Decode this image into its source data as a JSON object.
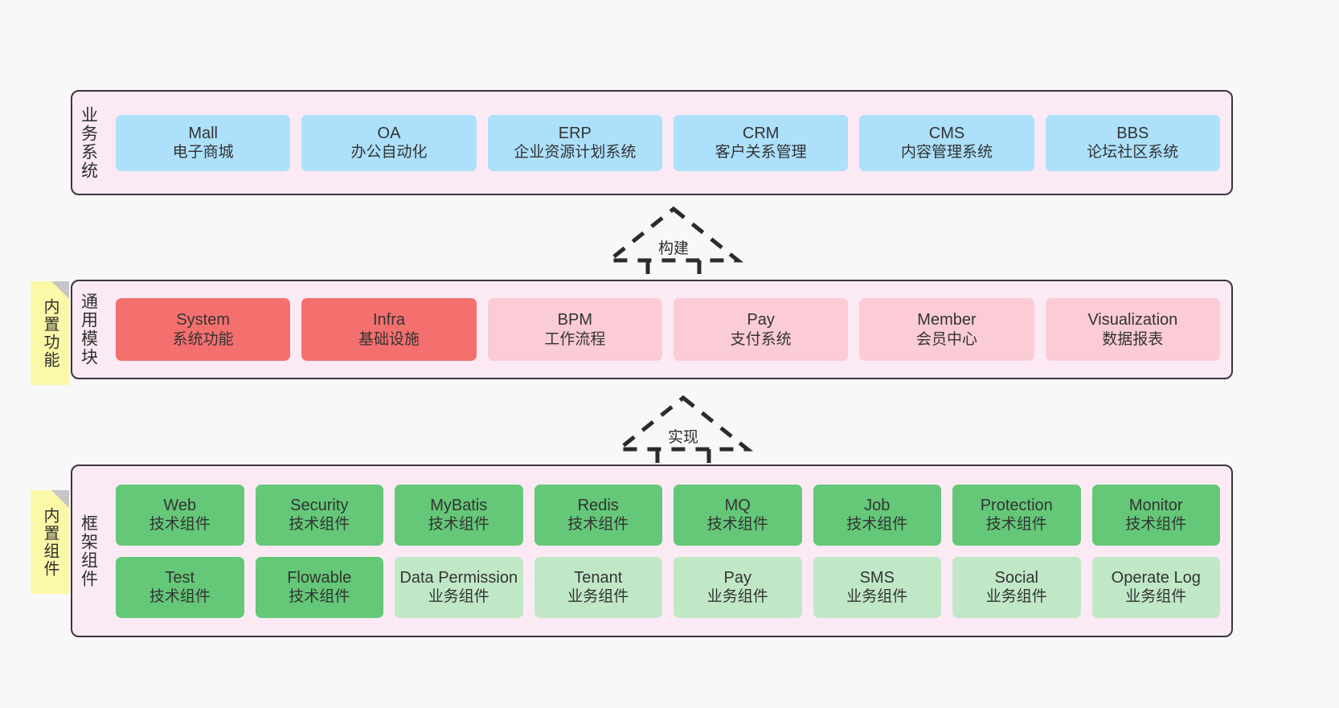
{
  "layers": {
    "business": {
      "title": "业务系统",
      "items": [
        {
          "name": "Mall",
          "desc": "电子商城"
        },
        {
          "name": "OA",
          "desc": "办公自动化"
        },
        {
          "name": "ERP",
          "desc": "企业资源计划系统"
        },
        {
          "name": "CRM",
          "desc": "客户关系管理"
        },
        {
          "name": "CMS",
          "desc": "内容管理系统"
        },
        {
          "name": "BBS",
          "desc": "论坛社区系统"
        }
      ]
    },
    "module": {
      "title": "通用模块",
      "items": [
        {
          "name": "System",
          "desc": "系统功能",
          "color": "red"
        },
        {
          "name": "Infra",
          "desc": "基础设施",
          "color": "red"
        },
        {
          "name": "BPM",
          "desc": "工作流程",
          "color": "pink"
        },
        {
          "name": "Pay",
          "desc": "支付系统",
          "color": "pink"
        },
        {
          "name": "Member",
          "desc": "会员中心",
          "color": "pink"
        },
        {
          "name": "Visualization",
          "desc": "数据报表",
          "color": "pink"
        }
      ]
    },
    "framework": {
      "title": "框架组件",
      "row1": [
        {
          "name": "Web",
          "desc": "技术组件",
          "color": "green"
        },
        {
          "name": "Security",
          "desc": "技术组件",
          "color": "green"
        },
        {
          "name": "MyBatis",
          "desc": "技术组件",
          "color": "green"
        },
        {
          "name": "Redis",
          "desc": "技术组件",
          "color": "green"
        },
        {
          "name": "MQ",
          "desc": "技术组件",
          "color": "green"
        },
        {
          "name": "Job",
          "desc": "技术组件",
          "color": "green"
        },
        {
          "name": "Protection",
          "desc": "技术组件",
          "color": "green"
        },
        {
          "name": "Monitor",
          "desc": "技术组件",
          "color": "green"
        }
      ],
      "row2": [
        {
          "name": "Test",
          "desc": "技术组件",
          "color": "green"
        },
        {
          "name": "Flowable",
          "desc": "技术组件",
          "color": "green"
        },
        {
          "name": "Data Permission",
          "desc": "业务组件",
          "color": "lightgreen"
        },
        {
          "name": "Tenant",
          "desc": "业务组件",
          "color": "lightgreen"
        },
        {
          "name": "Pay",
          "desc": "业务组件",
          "color": "lightgreen"
        },
        {
          "name": "SMS",
          "desc": "业务组件",
          "color": "lightgreen"
        },
        {
          "name": "Social",
          "desc": "业务组件",
          "color": "lightgreen"
        },
        {
          "name": "Operate Log",
          "desc": "业务组件",
          "color": "lightgreen"
        }
      ]
    }
  },
  "notes": {
    "builtin_function": "内置功能",
    "builtin_component": "内置组件"
  },
  "arrows": {
    "build": "构建",
    "realize": "实现"
  },
  "colors": {
    "panel_bg": "#fbeaf4",
    "panel_border": "#3b3543",
    "blue": "#ace0fb",
    "red": "#f4706f",
    "pink": "#fbccd5",
    "green": "#64c878",
    "lightgreen": "#c0e8c7",
    "note_yellow": "#fbf8a8",
    "note_fold": "#c6c6c6",
    "canvas": "#f8f8f8"
  }
}
